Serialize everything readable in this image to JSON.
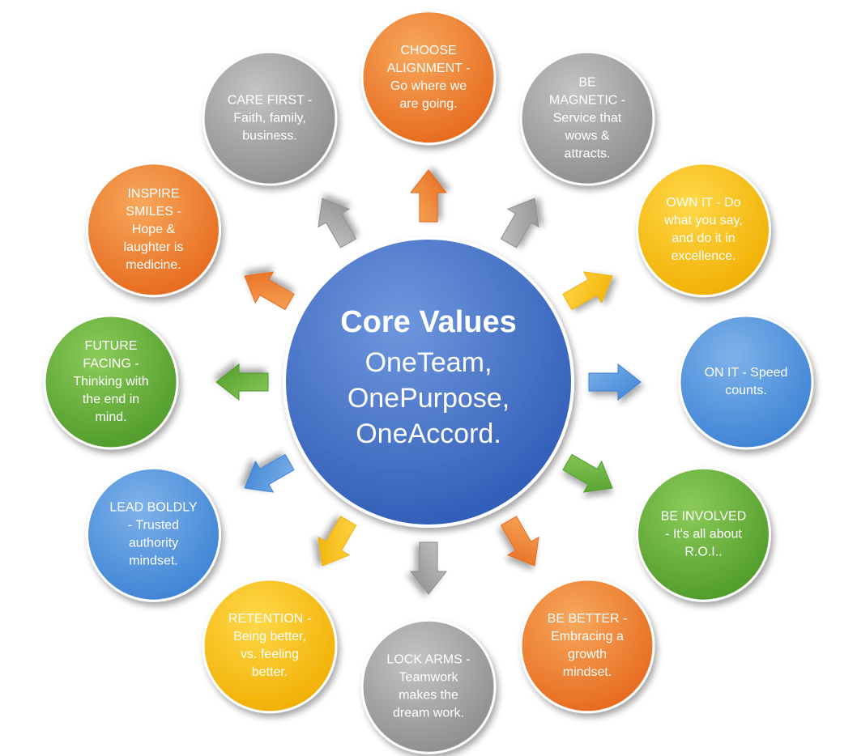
{
  "center": {
    "title": "Core Values",
    "lines": [
      "OneTeam,",
      "OnePurpose,",
      "OneAccord."
    ],
    "color": "#3F6FC8"
  },
  "nodes": [
    {
      "id": "choose-alignment",
      "lines": [
        "CHOOSE",
        "ALIGNMENT -",
        "Go where we",
        "are going."
      ],
      "color": "orange"
    },
    {
      "id": "be-magnetic",
      "lines": [
        "BE",
        "MAGNETIC -",
        "Service that",
        "wows &",
        "attracts."
      ],
      "color": "gray"
    },
    {
      "id": "own-it",
      "lines": [
        "OWN IT - Do",
        "what you say,",
        "and do it in",
        "excellence."
      ],
      "color": "yellow"
    },
    {
      "id": "on-it",
      "lines": [
        "ON IT - Speed",
        "counts."
      ],
      "color": "blue"
    },
    {
      "id": "be-involved",
      "lines": [
        "BE INVOLVED",
        "- It's all about",
        "R.O.I.."
      ],
      "color": "green"
    },
    {
      "id": "be-better",
      "lines": [
        "BE BETTER -",
        "Embracing a",
        "growth",
        "mindset."
      ],
      "color": "orange"
    },
    {
      "id": "lock-arms",
      "lines": [
        "LOCK ARMS -",
        "Teamwork",
        "makes the",
        "dream work."
      ],
      "color": "gray"
    },
    {
      "id": "retention",
      "lines": [
        "RETENTION -",
        "Being better,",
        "vs. feeling",
        "better."
      ],
      "color": "yellow"
    },
    {
      "id": "lead-boldly",
      "lines": [
        "LEAD BOLDLY",
        "- Trusted",
        "authority",
        "mindset."
      ],
      "color": "blue"
    },
    {
      "id": "future-facing",
      "lines": [
        "FUTURE",
        "FACING -",
        "Thinking with",
        "the end in",
        "mind."
      ],
      "color": "green"
    },
    {
      "id": "inspire-smiles",
      "lines": [
        "INSPIRE",
        "SMILES -",
        "Hope &",
        "laughter is",
        "medicine."
      ],
      "color": "orange"
    },
    {
      "id": "care-first",
      "lines": [
        "CARE FIRST -",
        "Faith, family,",
        "business."
      ],
      "color": "gray"
    }
  ],
  "colors": {
    "orange": {
      "light": "#F7A85C",
      "dark": "#E6681C"
    },
    "gray": {
      "light": "#C4C4C4",
      "dark": "#8C8C8C"
    },
    "yellow": {
      "light": "#FFD84A",
      "dark": "#F0AE00"
    },
    "blue": {
      "light": "#7FB2EA",
      "dark": "#3C82D4"
    },
    "green": {
      "light": "#8CCB5A",
      "dark": "#4E9A2A"
    }
  }
}
